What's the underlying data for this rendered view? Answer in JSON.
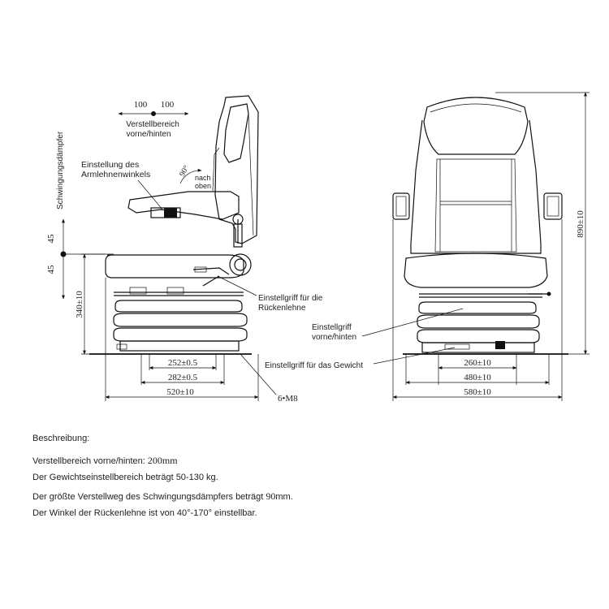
{
  "side_view": {
    "top_dim_left": "100",
    "top_dim_right": "100",
    "adjust_label_1": "Verstellbereich",
    "adjust_label_2": "vorne/hinten",
    "damper_label": "Schwingungsdämpfer",
    "damper_up": "45",
    "damper_down": "45",
    "armrest_label_1": "Einstellung des",
    "armrest_label_2": "Armlehnenwinkels",
    "angle": "90°",
    "angle_dir_1": "nach",
    "angle_dir_2": "oben",
    "height_dim": "340±10",
    "backrest_handle_1": "Einstellgriff für die",
    "backrest_handle_2": "Rückenlehne",
    "dim_252": "252±0.5",
    "dim_282": "282±0.5",
    "dim_520": "520±10",
    "bolts": "6•M8"
  },
  "front_view": {
    "height_dim": "890±10",
    "fore_aft_handle_1": "Einstellgriff",
    "fore_aft_handle_2": "vorne/hinten",
    "weight_handle": "Einstellgriff für das Gewicht",
    "dim_260": "260±10",
    "dim_480": "480±10",
    "dim_580": "580±10"
  },
  "description": {
    "heading": "Beschreibung:",
    "line1_text": "Verstellbereich vorne/hinten: ",
    "line1_value": "200",
    "line1_unit": "mm",
    "line2": "Der Gewichtseinstellbereich beträgt 50-130 kg.",
    "line3_text": "Der größte Verstellweg des Schwingungsdämpfers beträgt ",
    "line3_value": "90",
    "line3_unit": "mm.",
    "line4": "Der Winkel der Rückenlehne ist von 40°-170° einstellbar."
  }
}
